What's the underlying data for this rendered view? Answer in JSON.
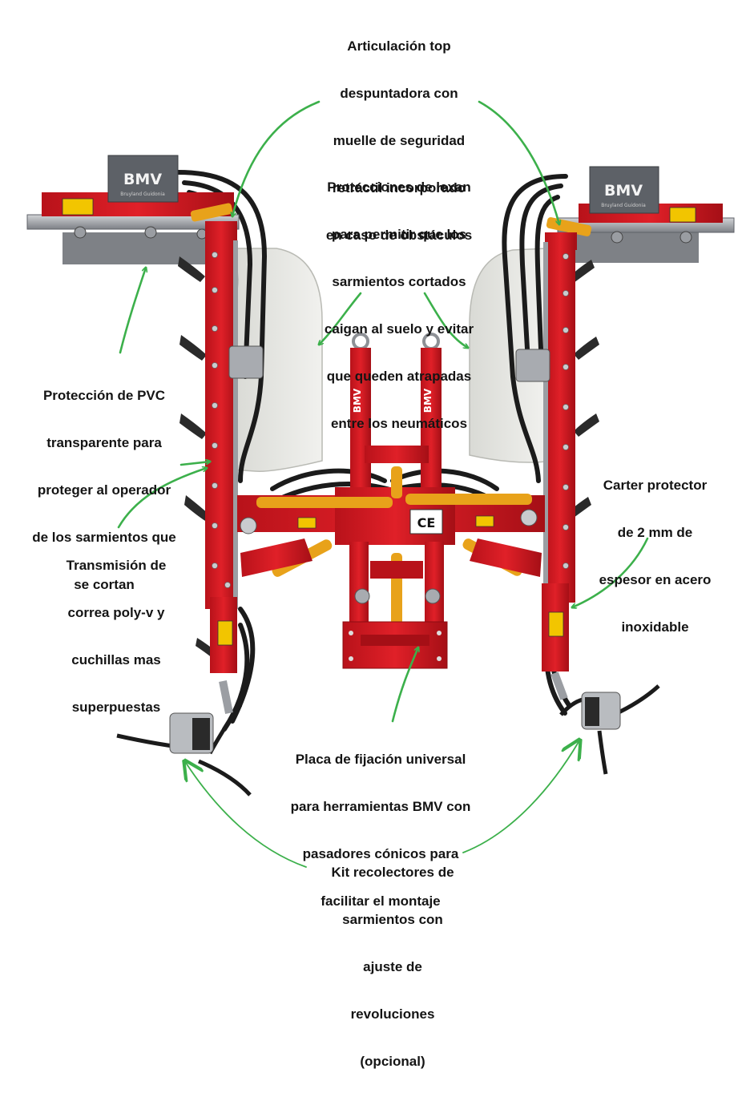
{
  "brand": "BMV",
  "brand_tagline": "Bruyland Guidonia",
  "ce_mark": "CE",
  "colors": {
    "frame_red": "#d7181f",
    "frame_dark": "#a50f16",
    "steel": "#9b9ea3",
    "steel_dark": "#5f6268",
    "cylinder_yellow": "#e8a21a",
    "hose_black": "#1b1b1b",
    "lexan": "#e6e7e2",
    "arrow_green": "#3cb04b",
    "text": "#141414"
  },
  "callouts": {
    "top_joint": [
      "Articulación top",
      "despuntadora con",
      "muelle de seguridad",
      "retráctil incorporado",
      "en caso de obstáculos"
    ],
    "lexan": [
      "Protecciones de lexan",
      "para permitir que los",
      "sarmientos cortados",
      "caigan al suelo y evitar",
      "que queden atrapadas",
      "entre los neumáticos"
    ],
    "pvc": [
      "Protección de PVC",
      "transparente para",
      "proteger al operador",
      "de los sarmientos que",
      "se cortan"
    ],
    "carter": [
      "Carter protector",
      "de 2 mm de",
      "espesor en acero",
      "inoxidable"
    ],
    "transmission": [
      "Transmisión de",
      "correa poly-v y",
      "cuchillas mas",
      "superpuestas"
    ],
    "plate": [
      "Placa de fijación universal",
      "para herramientas BMV con",
      "pasadores cónicos para",
      "facilitar el montaje"
    ],
    "kit": [
      "Kit recolectores de",
      "sarmientos con",
      "ajuste de",
      "revoluciones",
      "(opcional)"
    ]
  }
}
